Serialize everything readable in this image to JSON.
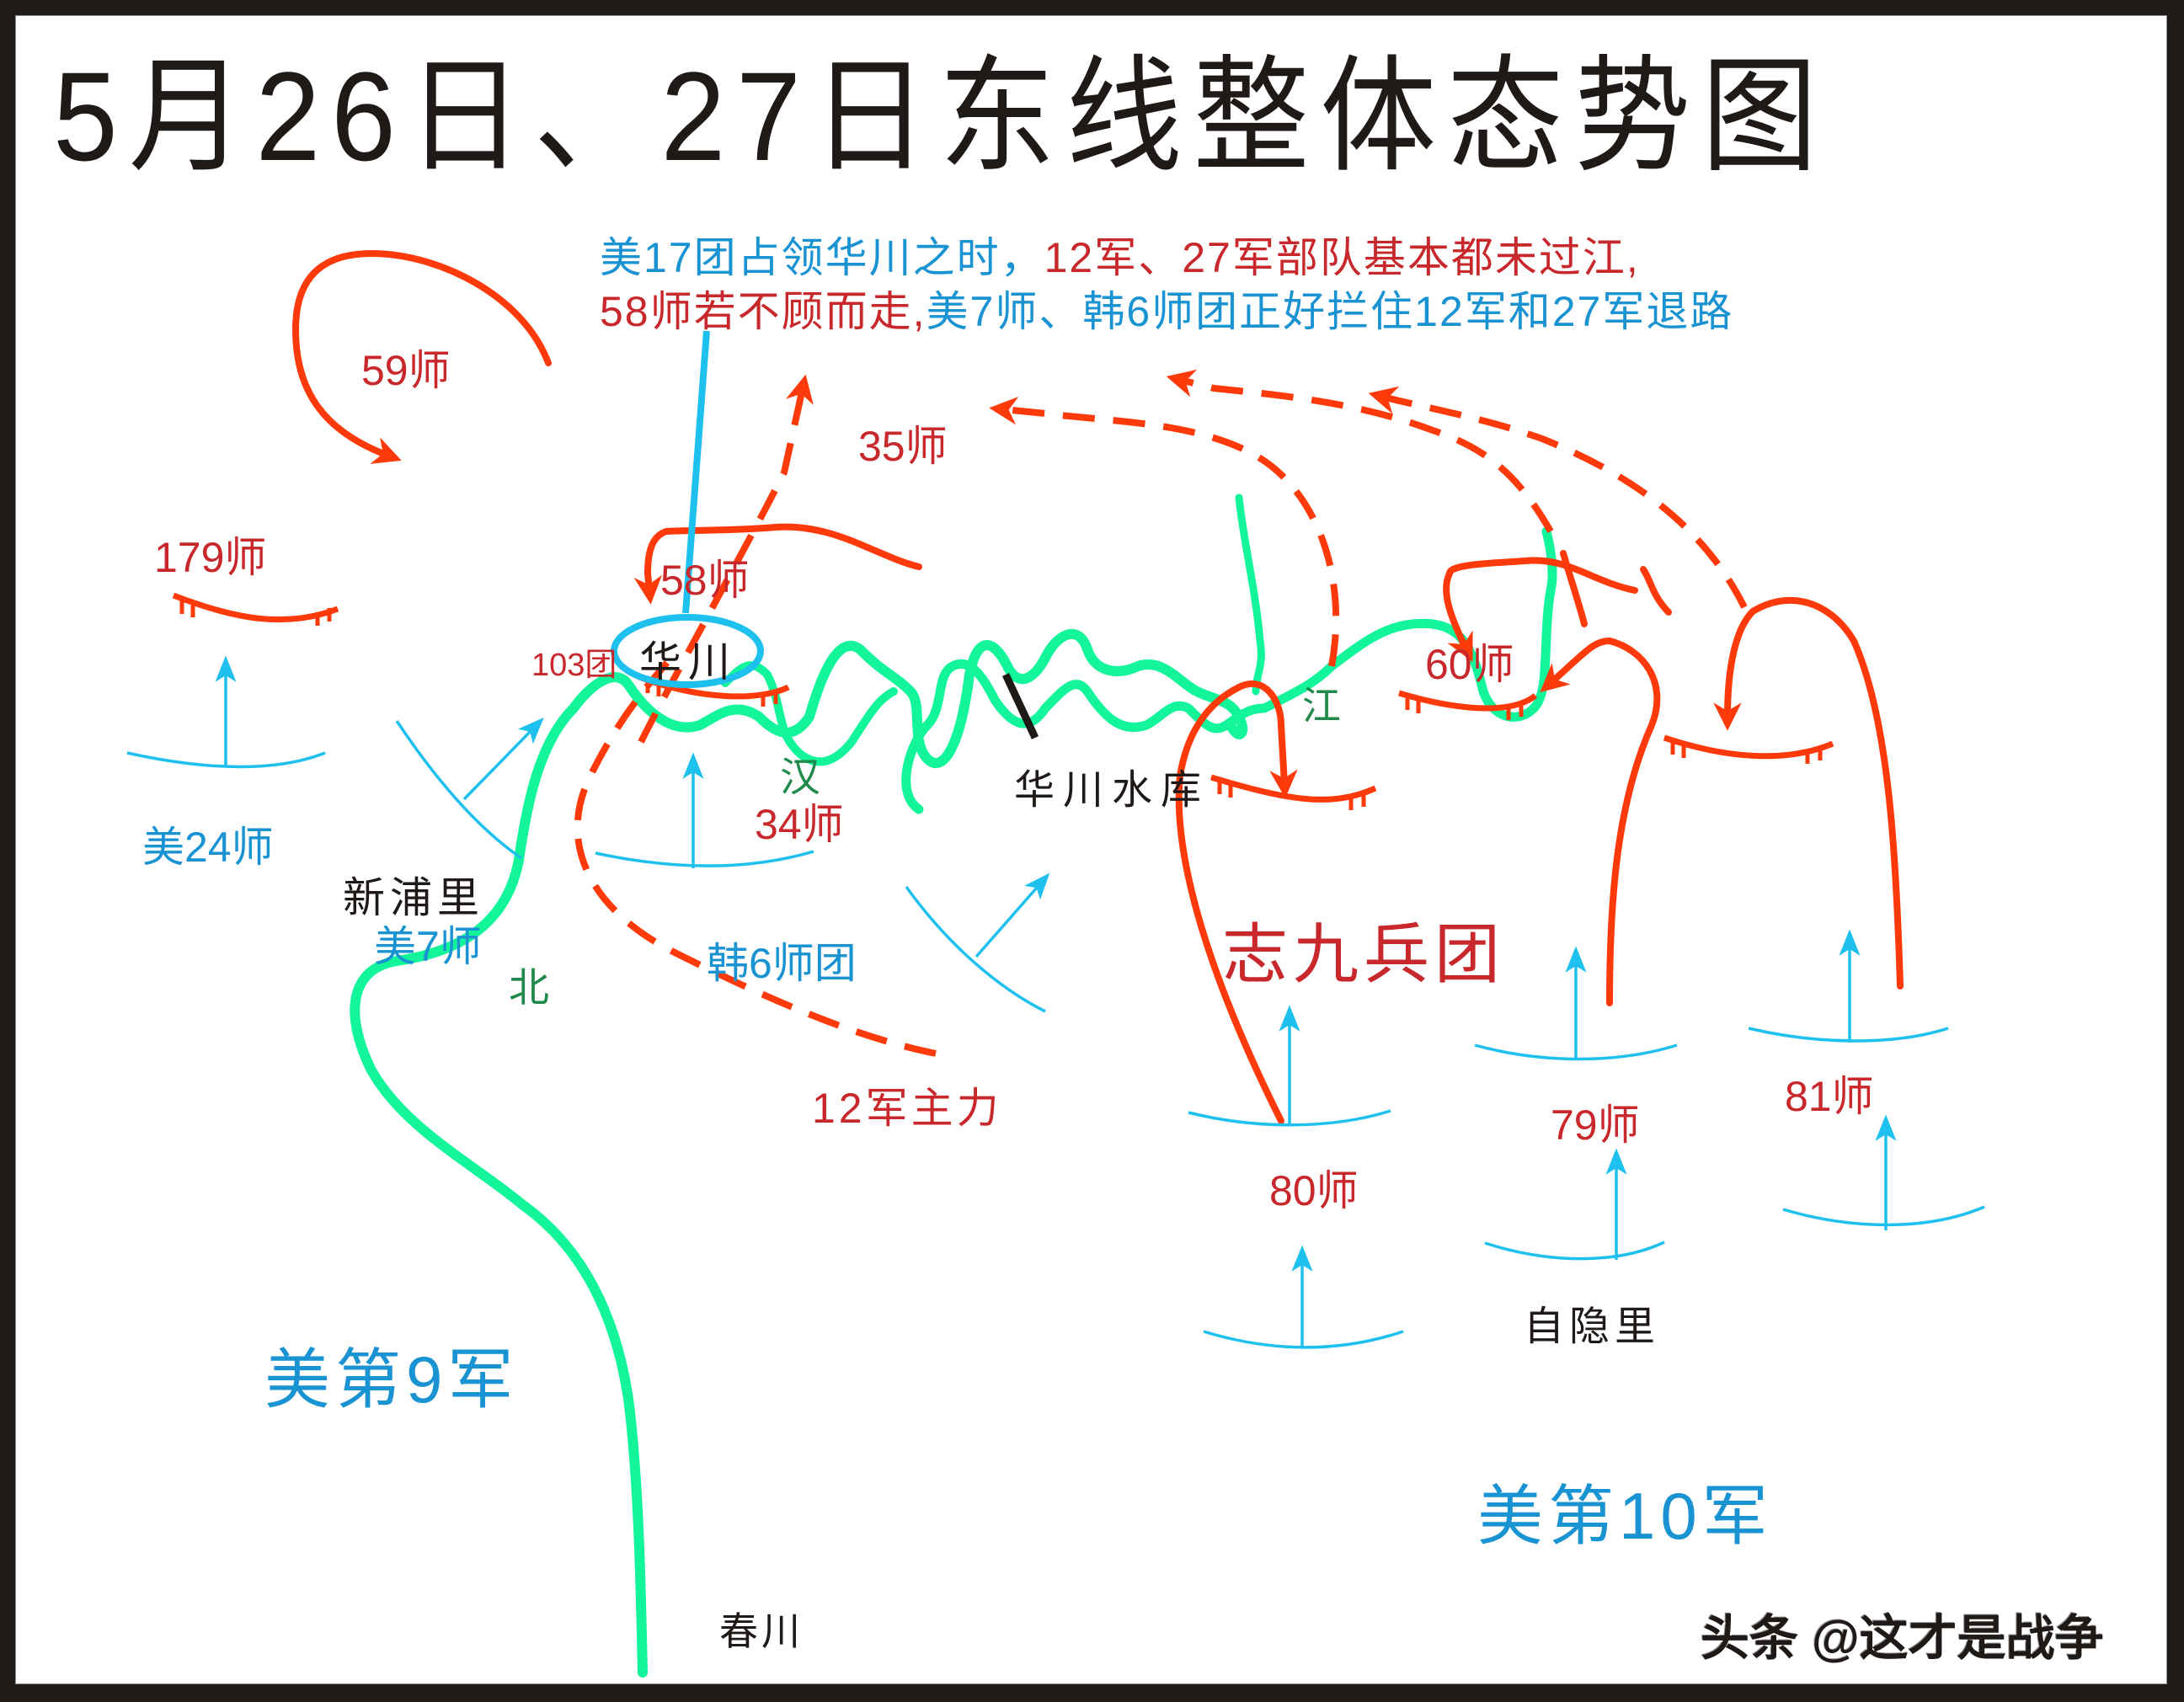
{
  "title": "5月26日、27日东线整体态势图",
  "note": {
    "line1": [
      {
        "text": "美17团占领华川之时，",
        "color": "blue"
      },
      {
        "text": "12军、27军部队基本都未过江,",
        "color": "red"
      }
    ],
    "line2": [
      {
        "text": "58师若不顾而走,",
        "color": "red"
      },
      {
        "text": "美7师、韩6师团正好拦住12军和27军退路",
        "color": "blue"
      }
    ]
  },
  "labels": {
    "cpv": {
      "div59": "59师",
      "div35": "35师",
      "div179": "179师",
      "div58": "58师",
      "reg103": "103团",
      "div60": "60师",
      "div34": "34师",
      "army12_main": "12军主力",
      "army_group9": "志九兵团",
      "div80": "80师",
      "div79": "79师",
      "div81": "81师"
    },
    "un": {
      "us24": "美24师",
      "us7": "美7师",
      "rok6": "韩6师团",
      "us9corps": "美第9军",
      "us10corps": "美第10军"
    },
    "places": {
      "hwachon": "华川",
      "sinpo_ri": "新浦里",
      "hwachon_reservoir": "华川水库",
      "jaeun_ri": "自隐里",
      "chuncheon": "春川"
    },
    "river": {
      "char_han": "汉",
      "char_jiang": "江",
      "char_bei": "北"
    }
  },
  "watermark": "头条 @这才是战争",
  "colors": {
    "cpv_red": "#ff3a0a",
    "cpv_text_red": "#c8282b",
    "un_blue": "#1ec0ee",
    "un_text_blue": "#1a93d3",
    "river_green": "#12f59a",
    "river_text_green": "#1f8a4a",
    "frame_dark": "#1f1a17"
  },
  "legend_semantics": {
    "solid_red_arrow": "志愿军行动",
    "dashed_red_arrow": "志愿军撤退/转移",
    "red_tick_arc": "志愿军阵地",
    "blue_arrow_arc": "联合国军进攻",
    "green_line": "北汉江"
  }
}
